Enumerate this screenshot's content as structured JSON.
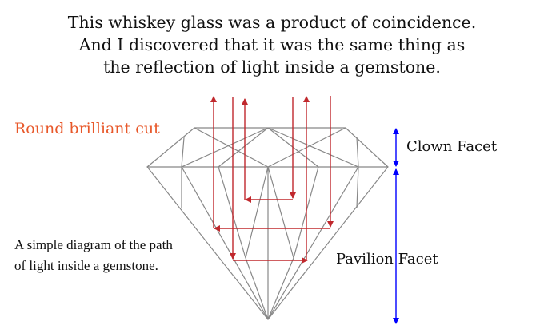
{
  "title_lines": [
    "This whiskey glass was a product of coincidence.",
    "And I discovered that it was the same thing as",
    "the reflection of light inside a gemstone."
  ],
  "cut_label": "Round brilliant cut",
  "description_lines": [
    "A simple diagram of the path",
    "of light inside a gemstone."
  ],
  "crown_label": "Clown Facet",
  "pavilion_label": "Pavilion Facet",
  "colors": {
    "outline": "#888888",
    "light_path": "#c0282d",
    "measure": "#0000ff",
    "cut_label": "#e8582a"
  }
}
